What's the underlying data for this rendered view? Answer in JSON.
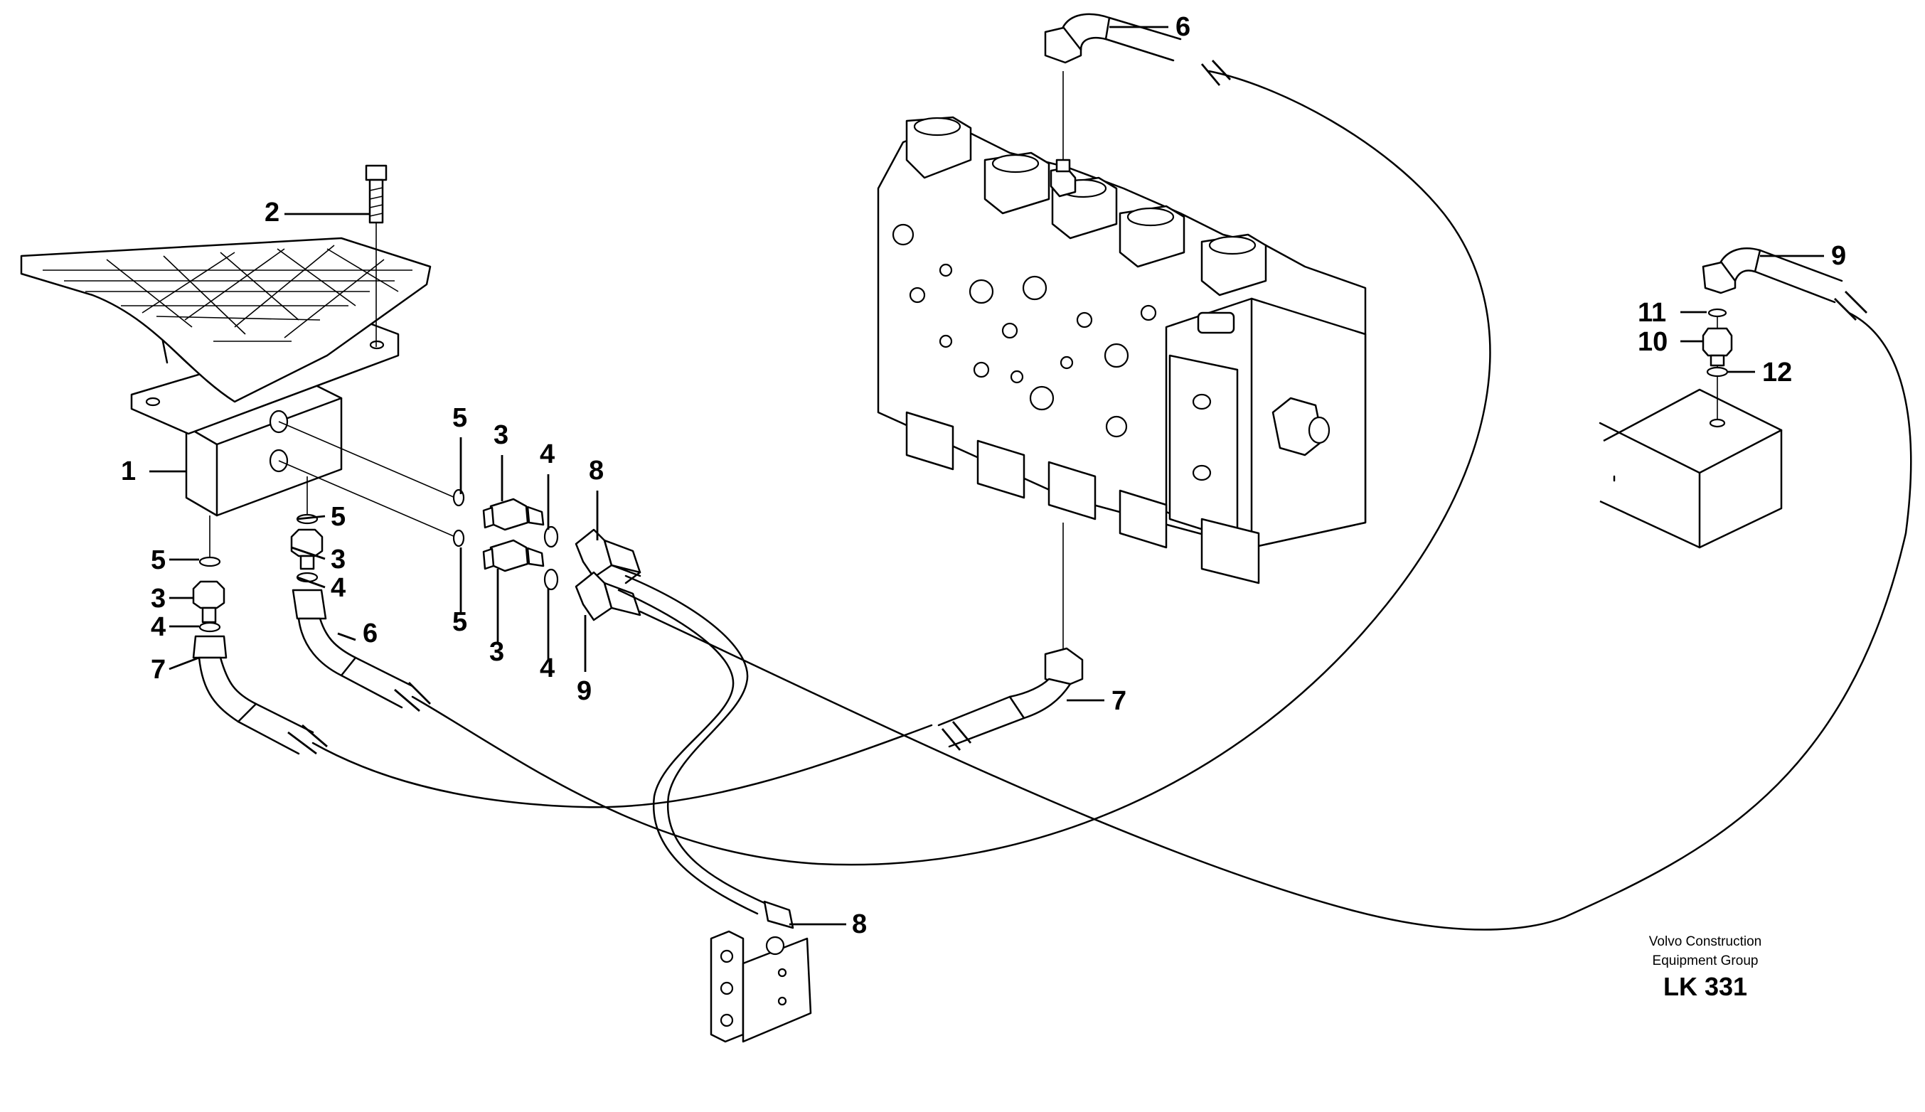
{
  "labels": {
    "l1": "1",
    "l2": "2",
    "l3a": "3",
    "l3b": "3",
    "l3c": "3",
    "l3d": "3",
    "l4a": "4",
    "l4b": "4",
    "l4c": "4",
    "l4d": "4",
    "l5a": "5",
    "l5b": "5",
    "l5c": "5",
    "l5d": "5",
    "l6a": "6",
    "l6b": "6",
    "l7a": "7",
    "l7b": "7",
    "l8a": "8",
    "l8b": "8",
    "l9a": "9",
    "l9b": "9",
    "l10": "10",
    "l11": "11",
    "l12": "12"
  },
  "credit": {
    "line1": "Volvo Construction",
    "line2": "Equipment Group",
    "code": "LK 331"
  }
}
